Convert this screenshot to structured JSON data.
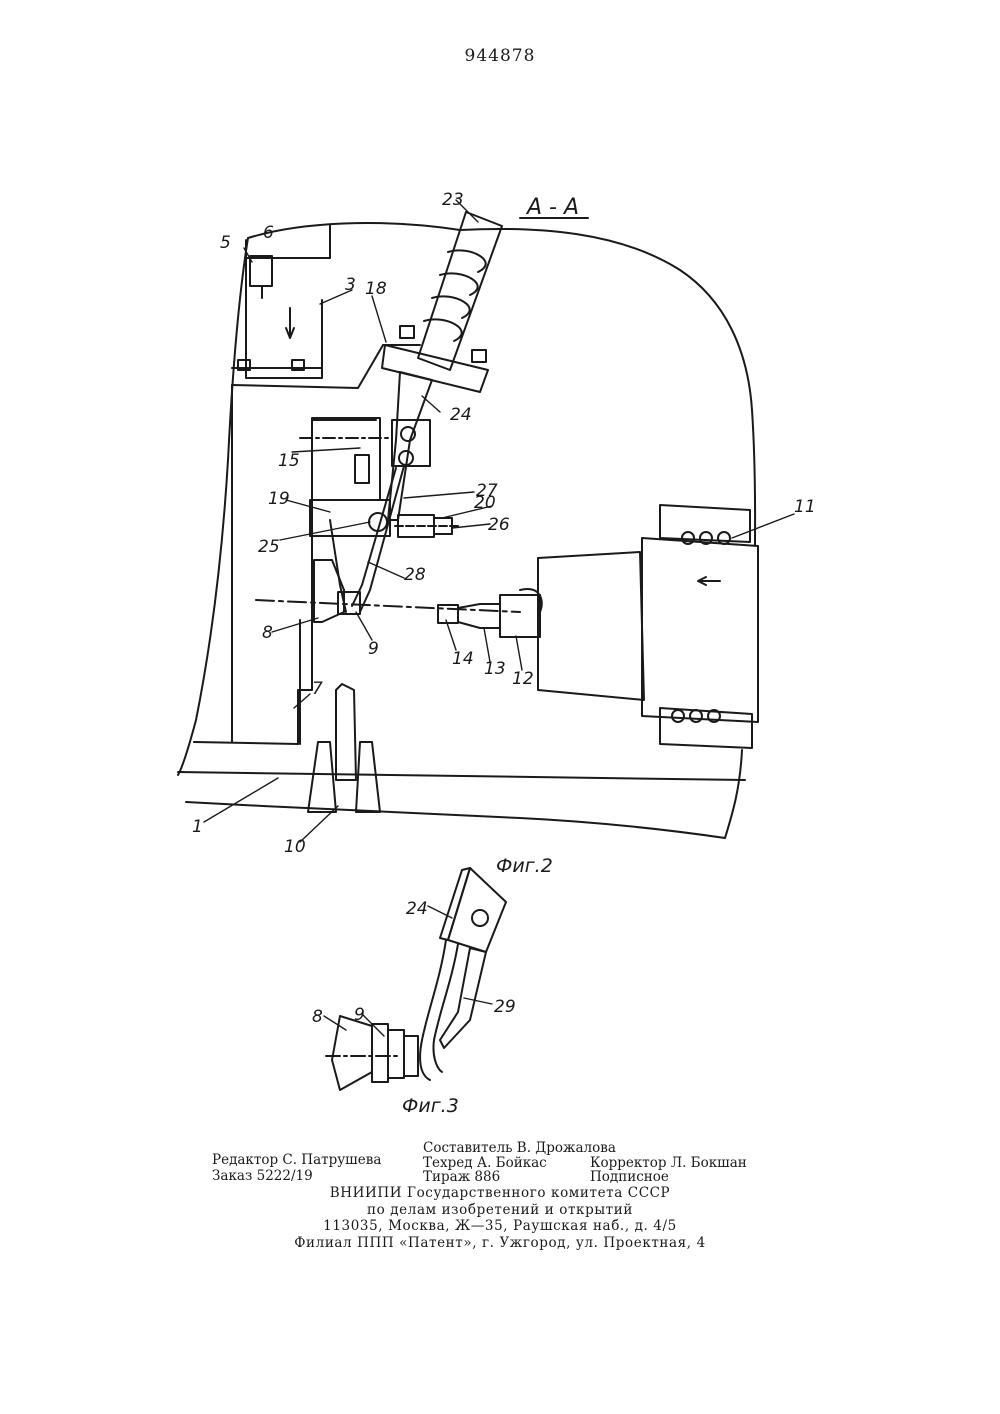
{
  "header": {
    "patent_number": "944878"
  },
  "figure2": {
    "section_label": "A - A",
    "caption": "Фиг.2",
    "labels": {
      "l1": "1",
      "l3": "3",
      "l5": "5",
      "l6": "6",
      "l7": "7",
      "l8": "8",
      "l9": "9",
      "l10": "10",
      "l11": "11",
      "l12": "12",
      "l13": "13",
      "l14": "14",
      "l15": "15",
      "l18": "18",
      "l19": "19",
      "l20": "20",
      "l23": "23",
      "l24": "24",
      "l25": "25",
      "l26": "26",
      "l27": "27",
      "l28": "28"
    }
  },
  "figure3": {
    "caption": "Фиг.3",
    "labels": {
      "l8": "8",
      "l9": "9",
      "l24": "24",
      "l29": "29"
    }
  },
  "footer": {
    "editor": "Редактор С. Патрушева",
    "order": "Заказ 5222/19",
    "compiler": "Составитель В. Дрожалова",
    "techred": "Техред А. Бойкас",
    "circulation": "Тираж 886",
    "corrector": "Корректор Л. Бокшан",
    "subscription": "Подписное",
    "org_line1": "ВНИИПИ Государственного комитета СССР",
    "org_line2": "по делам изобретений и открытий",
    "org_line3": "113035, Москва, Ж—35, Раушская наб., д. 4/5",
    "org_line4": "Филиал ППП «Патент», г. Ужгород, ул. Проектная, 4"
  }
}
